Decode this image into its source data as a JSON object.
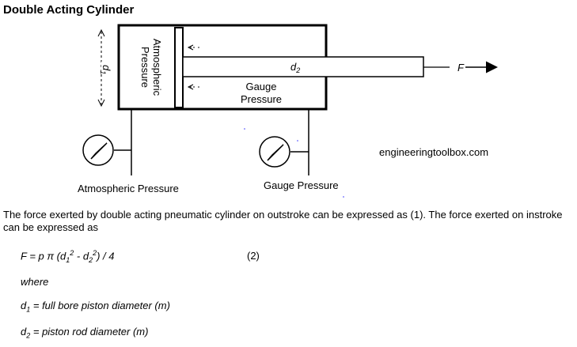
{
  "title": "Double Acting Cylinder",
  "diagram": {
    "atmospheric_label_line1": "Atmospheric",
    "atmospheric_label_line2": "Pressure",
    "d1_label": "d",
    "d1_sub": "1",
    "d2_label": "d",
    "d2_sub": "2",
    "gauge_label_line1": "Gauge",
    "gauge_label_line2": "Pressure",
    "force_label": "F",
    "gauge1_caption": "Atmospheric Pressure",
    "gauge2_caption": "Gauge Pressure",
    "watermark": "engineeringtoolbox.com"
  },
  "text": {
    "paragraph": "The force exerted by double acting pneumatic cylinder on outstroke can be expressed as (1). The force exerted on instroke can be expressed as",
    "eq_prefix": "F = p π (d",
    "eq_1": "1",
    "eq_2": "2",
    "eq_mid": " - d",
    "eq_suffix": ") / 4",
    "eq_number": "(2)",
    "where": "where",
    "def1_d": "d",
    "def1_sub": "1",
    "def1_text": " = full bore piston diameter (m)",
    "def2_d": "d",
    "def2_sub": "2",
    "def2_text": " = piston rod diameter (m)"
  }
}
